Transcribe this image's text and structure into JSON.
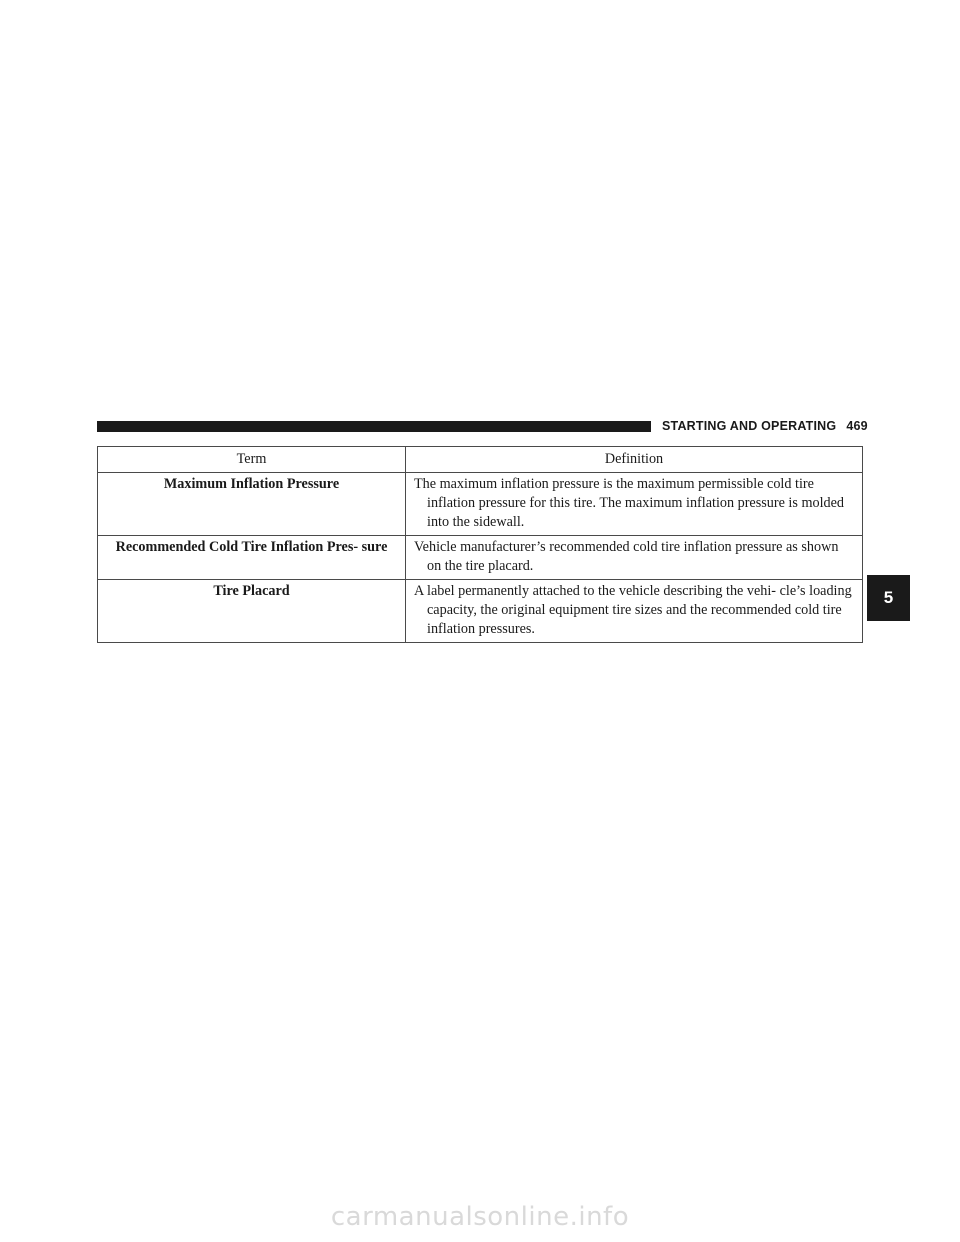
{
  "header": {
    "section_title": "STARTING AND OPERATING",
    "page_number": "469"
  },
  "chapter_tab": "5",
  "table": {
    "headers": {
      "term": "Term",
      "definition": "Definition"
    },
    "rows": [
      {
        "term": "Maximum Inflation Pressure",
        "definition": "The maximum inflation pressure is the maximum permissible cold tire inflation pressure for this tire. The maximum inflation pressure is molded into the sidewall."
      },
      {
        "term": "Recommended Cold Tire Inflation Pres- sure",
        "definition": "Vehicle manufacturer’s recommended cold tire inflation pressure as shown on the tire placard."
      },
      {
        "term": "Tire Placard",
        "definition": "A label permanently attached to the vehicle describing the vehi- cle’s loading capacity, the original equipment tire sizes and the recommended cold tire inflation pressures."
      }
    ]
  },
  "watermark": "carmanualsonline.info"
}
